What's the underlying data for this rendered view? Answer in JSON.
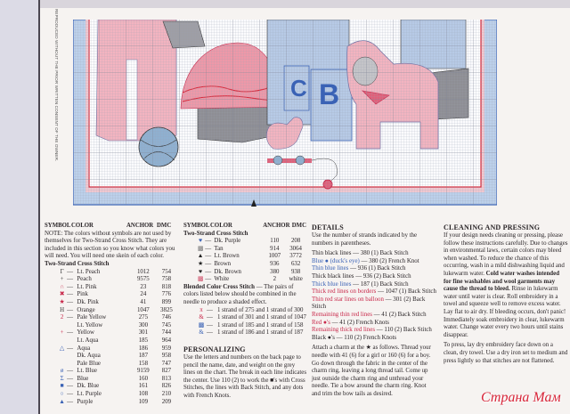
{
  "sidebar_notice": "REPRODUCED WITHOUT THE PRIOR WRITTEN CONSENT OF THE OWNER.",
  "chart_block_letters": [
    "C",
    "B"
  ],
  "color_key_1": {
    "headers": [
      "SYMBOL",
      "COLOR",
      "ANCHOR",
      "DMC"
    ],
    "note": "NOTE: The colors without symbols are not used by themselves for Two-Strand Cross Stitch. They are included in this section so you know what colors you will need. You will need one skein of each color.",
    "section": "Two-Strand Cross Stitch",
    "rows": [
      {
        "symbol": "Г",
        "color": "Lt. Peach",
        "anchor": "1012",
        "dmc": "754",
        "sc": "#333"
      },
      {
        "symbol": "+",
        "color": "Peach",
        "anchor": "9575",
        "dmc": "758",
        "sc": "#333"
      },
      {
        "symbol": "∩",
        "color": "Lt. Pink",
        "anchor": "23",
        "dmc": "818",
        "sc": "#d0506a"
      },
      {
        "symbol": "✖",
        "color": "Pink",
        "anchor": "24",
        "dmc": "776",
        "sc": "#c8284a"
      },
      {
        "symbol": "★",
        "color": "Dk. Pink",
        "anchor": "41",
        "dmc": "899",
        "sc": "#c8284a"
      },
      {
        "symbol": "H",
        "color": "Orange",
        "anchor": "1047",
        "dmc": "3825",
        "sc": "#333"
      },
      {
        "symbol": "2",
        "color": "Pale Yellow",
        "anchor": "275",
        "dmc": "746",
        "sc": "#c8284a"
      },
      {
        "symbol": "",
        "color": "Lt. Yellow",
        "anchor": "300",
        "dmc": "745",
        "sc": "#333"
      },
      {
        "symbol": "+",
        "color": "Yellow",
        "anchor": "301",
        "dmc": "744",
        "sc": "#c8284a"
      },
      {
        "symbol": "",
        "color": "Lt. Aqua",
        "anchor": "185",
        "dmc": "964",
        "sc": "#333"
      },
      {
        "symbol": "△",
        "color": "Aqua",
        "anchor": "186",
        "dmc": "959",
        "sc": "#3a62b5"
      },
      {
        "symbol": "",
        "color": "Dk. Aqua",
        "anchor": "187",
        "dmc": "958",
        "sc": "#333"
      },
      {
        "symbol": "",
        "color": "Pale Blue",
        "anchor": "158",
        "dmc": "747",
        "sc": "#333"
      },
      {
        "symbol": "ø",
        "color": "Lt. Blue",
        "anchor": "9159",
        "dmc": "827",
        "sc": "#3a62b5"
      },
      {
        "symbol": "Σ",
        "color": "Blue",
        "anchor": "160",
        "dmc": "813",
        "sc": "#3a62b5"
      },
      {
        "symbol": "■",
        "color": "Dk. Blue",
        "anchor": "161",
        "dmc": "826",
        "sc": "#3a62b5"
      },
      {
        "symbol": "○",
        "color": "Lt. Purple",
        "anchor": "108",
        "dmc": "210",
        "sc": "#3a62b5"
      },
      {
        "symbol": "▲",
        "color": "Purple",
        "anchor": "109",
        "dmc": "209",
        "sc": "#3a62b5"
      }
    ]
  },
  "color_key_2": {
    "headers": [
      "SYMBOL",
      "COLOR",
      "ANCHOR",
      "DMC"
    ],
    "section": "Two-Strand Cross Stitch",
    "rows": [
      {
        "symbol": "♥",
        "color": "Dk. Purple",
        "anchor": "110",
        "dmc": "208",
        "sc": "#3a62b5"
      },
      {
        "symbol": "▩",
        "color": "Tan",
        "anchor": "914",
        "dmc": "3064",
        "sc": "#777"
      },
      {
        "symbol": "▲",
        "color": "Lt. Brown",
        "anchor": "1007",
        "dmc": "3772",
        "sc": "#222"
      },
      {
        "symbol": "★",
        "color": "Brown",
        "anchor": "936",
        "dmc": "632",
        "sc": "#222"
      },
      {
        "symbol": "♥",
        "color": "Dk. Brown",
        "anchor": "380",
        "dmc": "938",
        "sc": "#222"
      },
      {
        "symbol": "▩",
        "color": "White",
        "anchor": "2",
        "dmc": "white",
        "sc": "#d0506a"
      }
    ],
    "blended_title": "Blended Color Cross Stitch",
    "blended_note": "— The pairs of colors listed below should be combined in the needle to produce a shaded effect.",
    "blended_rows": [
      {
        "symbol": "π",
        "text": "1 strand of 275 and 1 strand of 300",
        "sc": "#c8284a"
      },
      {
        "symbol": "&",
        "text": "1 strand of 301 and 1 strand of 1047",
        "sc": "#c8284a"
      },
      {
        "symbol": "▩",
        "text": "1 strand of 185 and 1 strand of 158",
        "sc": "#3a62b5"
      },
      {
        "symbol": "&",
        "text": "1 strand of 186 and 1 strand of 187",
        "sc": "#3a62b5"
      }
    ]
  },
  "personalizing": {
    "title": "PERSONALIZING",
    "text": "Use the letters and numbers on the back page to pencil the name, date, and weight on the grey lines on the chart. The break in each line indicates the center. Use 110 (2) to work the ■'s with Cross Stitches, the lines with Back Stitch, and any dots with French Knots."
  },
  "details": {
    "title": "DETAILS",
    "intro": "Use the number of strands indicated by the numbers in parentheses.",
    "lines": [
      {
        "label": "Thin black lines",
        "value": " — 380 (1) Back Stitch",
        "c": "#2a2528"
      },
      {
        "label": "Blue ● (duck's eye)",
        "value": " — 380 (2) French Knot",
        "c": "#3a62b5"
      },
      {
        "label": "Thin blue lines",
        "value": " — 936 (1) Back Stitch",
        "c": "#3a62b5"
      },
      {
        "label": "Thick black lines",
        "value": " — 936 (2) Back Stitch",
        "c": "#2a2528"
      },
      {
        "label": "Thick blue lines",
        "value": " — 187 (1) Back Stitch",
        "c": "#3a62b5"
      },
      {
        "label": "Thick red lines on borders",
        "value": " — 1047 (1) Back Stitch",
        "c": "#c8284a"
      },
      {
        "label": "Thin red star lines on balloon",
        "value": " — 301 (2) Back Stitch",
        "c": "#c8284a"
      },
      {
        "label": "Remaining thin red lines",
        "value": " — 41 (2) Back Stitch",
        "c": "#c8284a"
      },
      {
        "label": "Red ●'s",
        "value": " — 41 (2) French Knots",
        "c": "#c8284a"
      },
      {
        "label": "Remaining thick red lines",
        "value": " — 110 (2) Back Stitch",
        "c": "#c8284a"
      },
      {
        "label": "Black ●'s",
        "value": " — 110 (2) French Knots",
        "c": "#2a2528"
      }
    ],
    "charm": "Attach a charm at the ★ as follows. Thread your needle with 41 (6) for a girl or 160 (6) for a boy. Go down through the fabric in the center of the charm ring, leaving a long thread tail. Come up just outside the charm ring and unthread your needle. Tie a bow around the charm ring. Knot and trim the bow tails as desired."
  },
  "cleaning": {
    "title": "CLEANING AND PRESSING",
    "p1a": "If your design needs cleaning or pressing, please follow these instructions carefully. Due to changes in environmental laws, certain colors may bleed when washed. To reduce the chance of this occurring, wash in a mild dishwashing liquid and lukewarm water. ",
    "p1b": "Cold water washes intended for fine washables and wool garments may cause the thread to bleed.",
    "p1c": " Rinse in lukewarm water until water is clear. Roll embroidery in a towel and squeeze well to remove excess water. Lay flat to air dry. If bleeding occurs, don't panic! Immediately soak embroidery in clear, lukewarm water. Change water every two hours until stains disappear.",
    "p2": "To press, lay dry embroidery face down on a clean, dry towel. Use a dry iron set to medium and press lightly so that stitches are not flattened."
  },
  "watermark": "Страна Мам"
}
